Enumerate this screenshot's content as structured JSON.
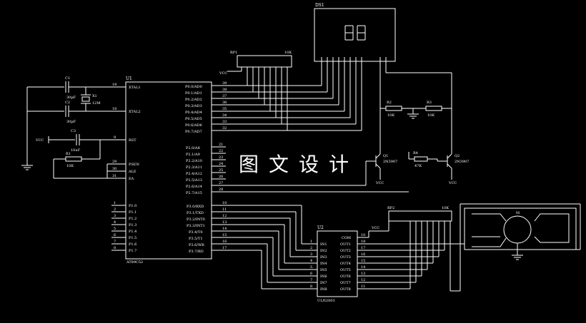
{
  "watermark": "图文设计",
  "components": {
    "mcu": {
      "ref": "U1",
      "part": "AT89C52",
      "left_pins": [
        {
          "num": "19",
          "name": "XTAL1"
        },
        {
          "num": "18",
          "name": "XTAL2"
        },
        {
          "num": "9",
          "name": "RST"
        },
        {
          "num": "29",
          "name": "PSEN"
        },
        {
          "num": "30",
          "name": "ALE"
        },
        {
          "num": "31",
          "name": "EA"
        }
      ],
      "port1_pins": [
        {
          "num": "1",
          "name": "P1.0"
        },
        {
          "num": "2",
          "name": "P1.1"
        },
        {
          "num": "3",
          "name": "P1.2"
        },
        {
          "num": "4",
          "name": "P1.3"
        },
        {
          "num": "5",
          "name": "P1.4"
        },
        {
          "num": "6",
          "name": "P1.5"
        },
        {
          "num": "7",
          "name": "P1.6"
        },
        {
          "num": "8",
          "name": "P1.7"
        }
      ],
      "port0_pins": [
        {
          "num": "39",
          "name": "P0.0/AD0"
        },
        {
          "num": "38",
          "name": "P0.1/AD1"
        },
        {
          "num": "37",
          "name": "P0.2/AD2"
        },
        {
          "num": "36",
          "name": "P0.3/AD3"
        },
        {
          "num": "35",
          "name": "P0.4/AD4"
        },
        {
          "num": "34",
          "name": "P0.5/AD5"
        },
        {
          "num": "33",
          "name": "P0.6/AD6"
        },
        {
          "num": "32",
          "name": "P0.7/AD7"
        }
      ],
      "port2_pins": [
        {
          "num": "21",
          "name": "P2.0/A8"
        },
        {
          "num": "22",
          "name": "P2.1/A9"
        },
        {
          "num": "23",
          "name": "P2.2/A10"
        },
        {
          "num": "24",
          "name": "P2.3/A11"
        },
        {
          "num": "25",
          "name": "P2.4/A12"
        },
        {
          "num": "26",
          "name": "P2.5/A13"
        },
        {
          "num": "27",
          "name": "P2.6/A14"
        },
        {
          "num": "28",
          "name": "P2.7/A15"
        }
      ],
      "port3_pins": [
        {
          "num": "10",
          "name": "P3.0/RXD"
        },
        {
          "num": "11",
          "name": "P3.1/TXD"
        },
        {
          "num": "12",
          "name": "P3.2/INT0"
        },
        {
          "num": "13",
          "name": "P3.3/INT1"
        },
        {
          "num": "14",
          "name": "P3.4/T0"
        },
        {
          "num": "15",
          "name": "P3.5/T1"
        },
        {
          "num": "16",
          "name": "P3.6/WR"
        },
        {
          "num": "17",
          "name": "P3.7/RD"
        }
      ]
    },
    "display": {
      "ref": "DS1"
    },
    "respack1": {
      "ref": "RP1",
      "value": "10K"
    },
    "respack2": {
      "ref": "RP2",
      "value": "10K"
    },
    "driver": {
      "ref": "U2",
      "part": "ULN2003",
      "inputs": [
        {
          "num": "1",
          "name": "IN1"
        },
        {
          "num": "2",
          "name": "IN2"
        },
        {
          "num": "3",
          "name": "IN3"
        },
        {
          "num": "4",
          "name": "IN4"
        },
        {
          "num": "5",
          "name": "IN5"
        },
        {
          "num": "6",
          "name": "IN6"
        },
        {
          "num": "7",
          "name": "IN7"
        },
        {
          "num": "8",
          "name": "IN8"
        }
      ],
      "com": {
        "num": "10",
        "name": "COM"
      },
      "outputs": [
        {
          "num": "18",
          "name": "OUT1"
        },
        {
          "num": "17",
          "name": "OUT2"
        },
        {
          "num": "16",
          "name": "OUT3"
        },
        {
          "num": "15",
          "name": "OUT4"
        },
        {
          "num": "14",
          "name": "OUT5"
        },
        {
          "num": "13",
          "name": "OUT6"
        },
        {
          "num": "12",
          "name": "OUT7"
        },
        {
          "num": "11",
          "name": "OUT8"
        }
      ]
    },
    "c1": {
      "ref": "C1",
      "value": "30pF"
    },
    "c2": {
      "ref": "C2",
      "value": "30pF"
    },
    "c3": {
      "ref": "C3",
      "value": "10uF"
    },
    "x1": {
      "ref": "X1",
      "value": "12M"
    },
    "r1": {
      "ref": "R1",
      "value": "10K"
    },
    "r2": {
      "ref": "R2",
      "value": "10K"
    },
    "r3": {
      "ref": "R3",
      "value": "10K"
    },
    "r4": {
      "ref": "R4",
      "value": "47K"
    },
    "q1": {
      "ref": "Q1",
      "part": "2N3907"
    },
    "q2": {
      "ref": "Q2",
      "part": "2N3907"
    },
    "motor": {
      "ref": "M"
    },
    "vcc": "VCC"
  }
}
